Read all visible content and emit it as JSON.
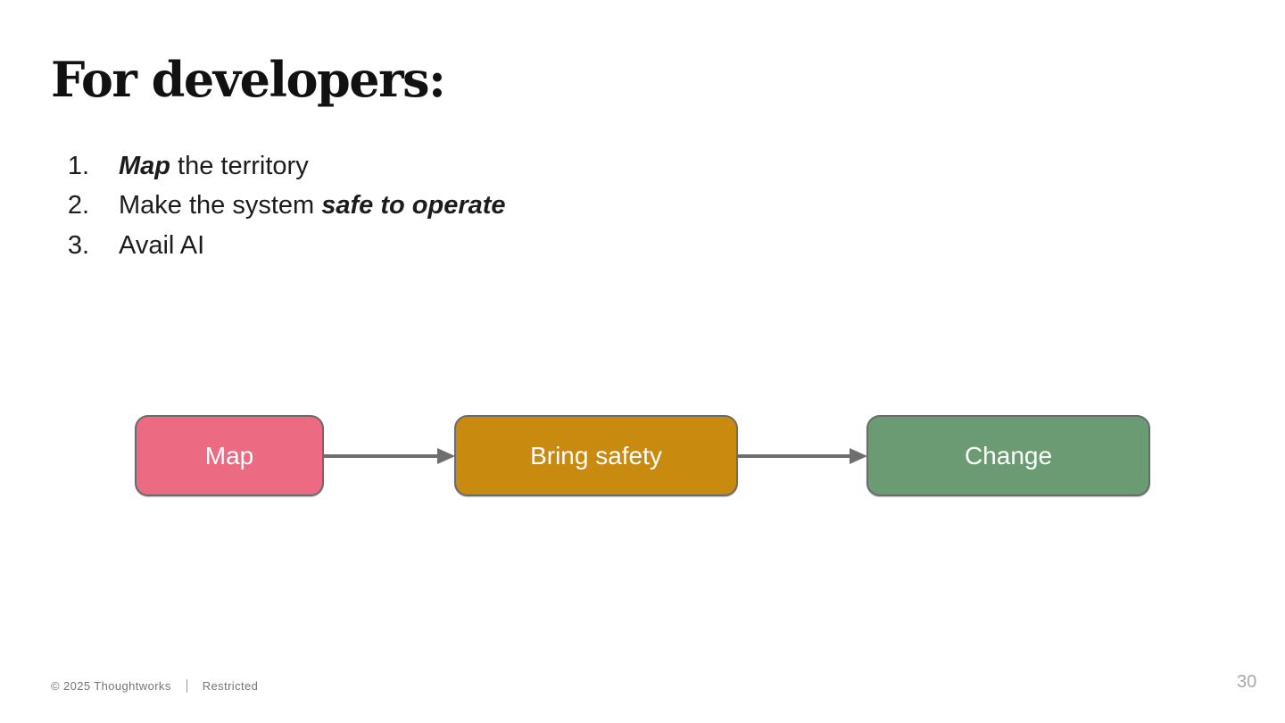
{
  "title": "For developers:",
  "list": {
    "items": [
      {
        "number": "1.",
        "segments": [
          {
            "text": "Map",
            "emphasis": true
          },
          {
            "text": " the territory",
            "emphasis": false
          }
        ]
      },
      {
        "number": "2.",
        "segments": [
          {
            "text": "Make the system ",
            "emphasis": false
          },
          {
            "text": "safe to operate",
            "emphasis": true
          }
        ]
      },
      {
        "number": "3.",
        "segments": [
          {
            "text": "Avail AI",
            "emphasis": false
          }
        ]
      }
    ]
  },
  "diagram": {
    "nodes": [
      {
        "id": "map",
        "label": "Map",
        "color": "#EC6A82"
      },
      {
        "id": "bring-safety",
        "label": "Bring safety",
        "color": "#C98A10"
      },
      {
        "id": "change",
        "label": "Change",
        "color": "#6A9B73"
      }
    ],
    "border_color": "#6B6B6B",
    "text_color": "#FFFFFF",
    "arrow_color": "#6E6E6E"
  },
  "footer": {
    "copyright": "© 2025 Thoughtworks",
    "classification": "Restricted",
    "page_number": "30"
  }
}
